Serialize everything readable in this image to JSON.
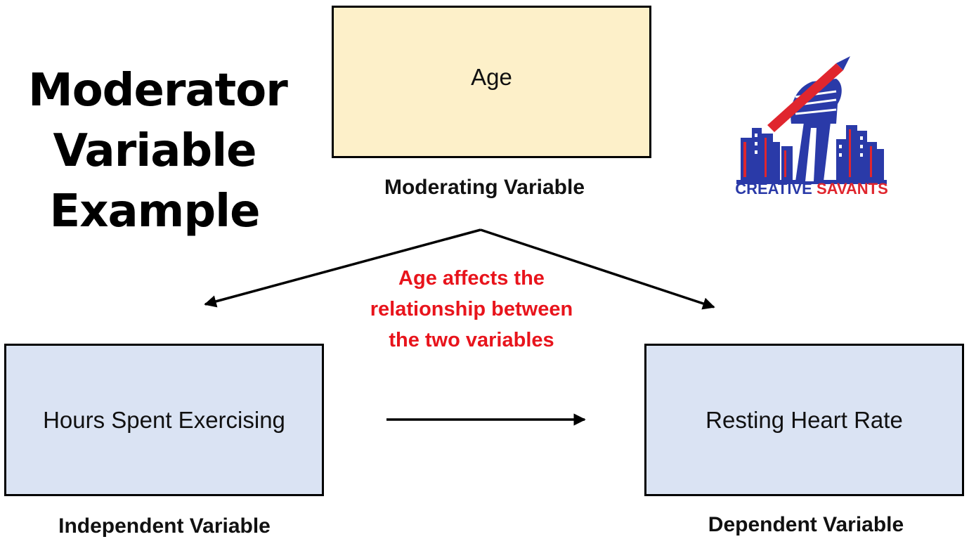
{
  "title": {
    "line1": "Moderator",
    "line2": "Variable",
    "line3": "Example"
  },
  "moderator": {
    "box_text": "Age",
    "label": "Moderating Variable"
  },
  "independent": {
    "box_text": "Hours Spent Exercising",
    "label": "Independent Variable"
  },
  "dependent": {
    "box_text": "Resting Heart Rate",
    "label": "Dependent Variable"
  },
  "effect_note": {
    "line1": "Age affects the",
    "line2": "relationship between",
    "line3": "the two variables"
  },
  "logo": {
    "word1": "CREATIVE",
    "word2": "SAVANTS"
  },
  "colors": {
    "moderator_fill": "#fdf0c9",
    "variable_fill": "#dae3f3",
    "note_text": "#e8141c",
    "logo_blue": "#2a3aa8",
    "logo_red": "#e0262e"
  }
}
